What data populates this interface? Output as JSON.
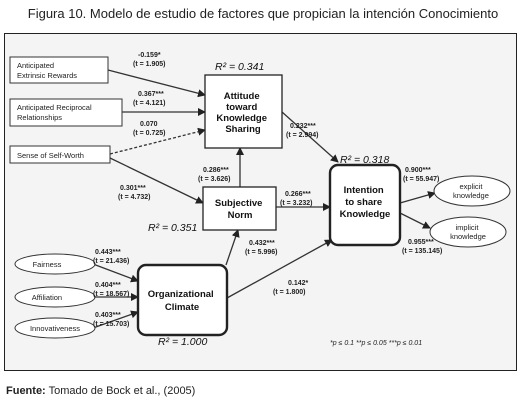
{
  "figure_title": "Figura 10. Modelo de estudio de factores que propician la intención Conocimiento",
  "source_label": "Fuente:",
  "source_text": "Tomado de Bock et al., (2005)",
  "nodes": {
    "anticipated_extrinsic_rewards": [
      "Anticipated",
      "Extrinsic Rewards"
    ],
    "anticipated_reciprocal_relationships": [
      "Anticipated Reciprocal",
      "Relationships"
    ],
    "sense_of_self_worth": [
      "Sense of Self-Worth"
    ],
    "attitude": [
      "Attitude",
      "toward",
      "Knowledge",
      "Sharing"
    ],
    "subjective_norm": [
      "Subjective",
      "Norm"
    ],
    "intention": [
      "Intention",
      "to share",
      "Knowledge"
    ],
    "organizational_climate": [
      "Organizational",
      "Climate"
    ],
    "fairness": [
      "Fairness"
    ],
    "affiliation": [
      "Affiliation"
    ],
    "innovativeness": [
      "Innovativeness"
    ],
    "explicit_knowledge": [
      "explicit",
      "knowledge"
    ],
    "implicit_knowledge": [
      "implicit",
      "knowledge"
    ]
  },
  "r_squared": {
    "attitude": "R² = 0.341",
    "subjective_norm": "R² = 0.351",
    "intention": "R² = 0.318",
    "organizational_climate": "R² = 1.000"
  },
  "paths": {
    "rewards_to_attitude": [
      "-0.159*",
      "(t = 1.905)"
    ],
    "reciprocal_to_attitude": [
      "0.367***",
      "(t = 4.121)"
    ],
    "selfworth_to_attitude": [
      "0.070",
      "(t = 0.725)"
    ],
    "selfworth_to_norm": [
      "0.301***",
      "(t = 4.732)"
    ],
    "norm_to_attitude": [
      "0.286***",
      "(t = 3.626)"
    ],
    "attitude_to_intention": [
      "0.232***",
      "(t = 2.994)"
    ],
    "norm_to_intention": [
      "0.266***",
      "(t = 3.232)"
    ],
    "climate_to_norm": [
      "0.432***",
      "(t = 5.996)"
    ],
    "climate_to_intention": [
      "0.142*",
      "(t = 1.800)"
    ],
    "fairness_to_climate": [
      "0.443***",
      "(t = 21.436)"
    ],
    "affiliation_to_climate": [
      "0.404***",
      "(t = 18.567)"
    ],
    "innovativeness_to_climate": [
      "0.403***",
      "(t = 15.703)"
    ],
    "intention_to_explicit": [
      "0.900***",
      "(t = 55.947)"
    ],
    "intention_to_implicit": [
      "0.955***",
      "(t = 135.145)"
    ]
  },
  "significance_note": "*p ≤ 0.1    **p ≤ 0.05    ***p ≤ 0.01"
}
